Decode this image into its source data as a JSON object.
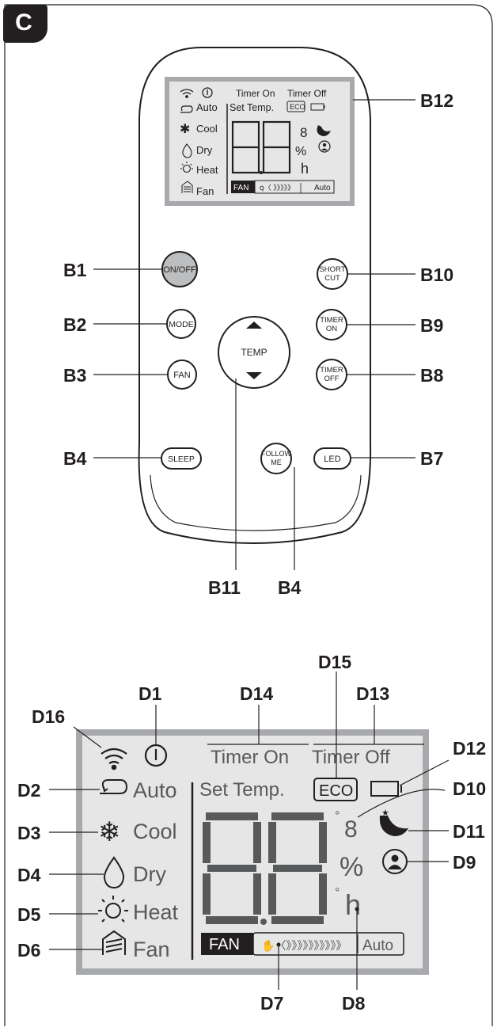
{
  "figure_label": "C",
  "remote": {
    "lcd": {
      "timer_on": "Timer On",
      "timer_off": "Timer Off",
      "set_temp": "Set Temp.",
      "eco": "ECO",
      "modes": [
        "Auto",
        "Cool",
        "Dry",
        "Heat",
        "Fan"
      ],
      "fan": "FAN",
      "fan_auto": "Auto",
      "pct": "%",
      "hour": "h"
    },
    "buttons": {
      "on_off": "ON/OFF",
      "mode": "MODE",
      "fan": "FAN",
      "sleep": "SLEEP",
      "temp": "TEMP",
      "short_cut": [
        "SHORT",
        "CUT"
      ],
      "timer_on": [
        "TIMER",
        "ON"
      ],
      "timer_off": [
        "TIMER",
        "OFF"
      ],
      "follow_me": [
        "FOLLOW",
        "ME"
      ],
      "led": "LED"
    },
    "callouts": {
      "b1": "B1",
      "b2": "B2",
      "b3": "B3",
      "b4": "B4",
      "b4_bottom": "B4",
      "b7": "B7",
      "b8": "B8",
      "b9": "B9",
      "b10": "B10",
      "b11": "B11",
      "b12": "B12"
    }
  },
  "display_detail": {
    "labels": {
      "timer_on": "Timer On",
      "timer_off": "Timer Off",
      "set_temp": "Set Temp.",
      "eco": "ECO",
      "modes": [
        "Auto",
        "Cool",
        "Dry",
        "Heat",
        "Fan"
      ],
      "fan": "FAN",
      "fan_auto": "Auto",
      "pct": "%",
      "hour": "h"
    },
    "callouts": {
      "d1": "D1",
      "d2": "D2",
      "d3": "D3",
      "d4": "D4",
      "d5": "D5",
      "d6": "D6",
      "d7": "D7",
      "d8": "D8",
      "d9": "D9",
      "d10": "D10",
      "d11": "D11",
      "d12": "D12",
      "d13": "D13",
      "d14": "D14",
      "d15": "D15",
      "d16": "D16"
    }
  },
  "colors": {
    "ink": "#231f20",
    "lcd_bg": "#e6e6e6",
    "lcd_border": "#a7a9ac",
    "button_on_off": "#bcbec0",
    "text_grey": "#58595b"
  }
}
